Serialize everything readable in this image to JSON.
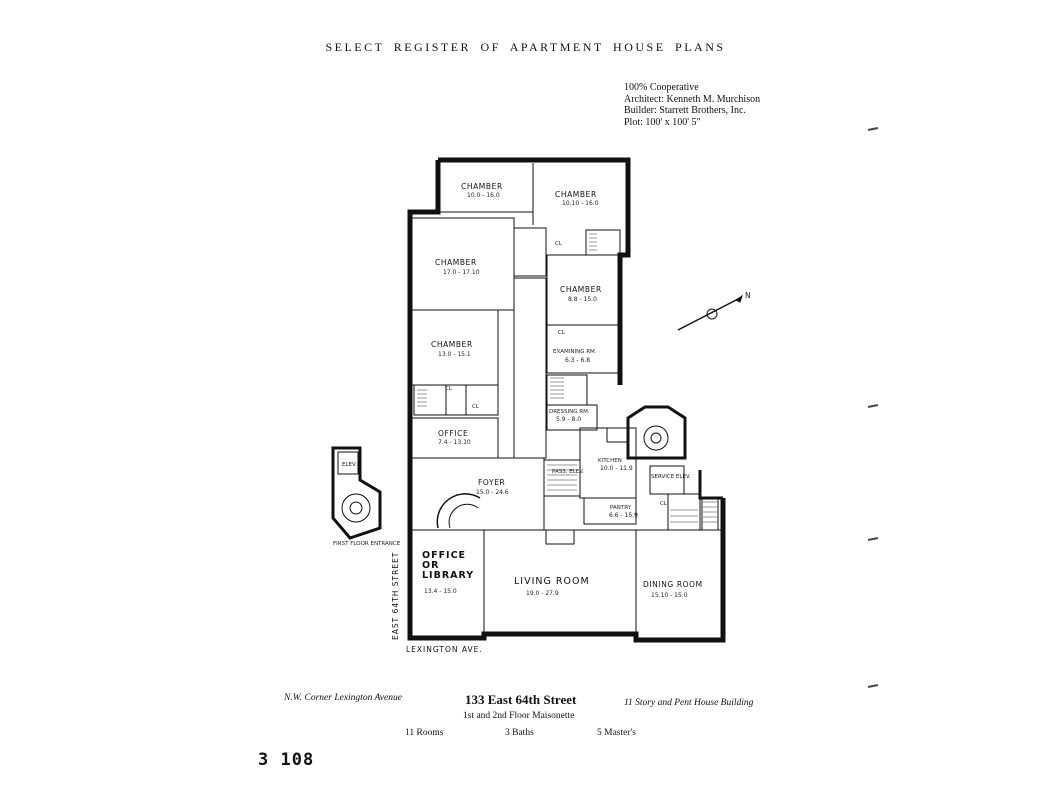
{
  "header": {
    "title": "SELECT REGISTER OF APARTMENT HOUSE PLANS"
  },
  "meta": [
    "100% Cooperative",
    "Architect: Kenneth M. Murchison",
    "Builder: Starrett Brothers, Inc.",
    "Plot: 100' x 100' 5\""
  ],
  "plan": {
    "rooms": [
      {
        "id": "chamber-1",
        "name": "CHAMBER",
        "dims": "10.0 - 16.0"
      },
      {
        "id": "chamber-2",
        "name": "CHAMBER",
        "dims": "10.10 - 16.0"
      },
      {
        "id": "chamber-3",
        "name": "CHAMBER",
        "dims": "17.0 - 17.10"
      },
      {
        "id": "chamber-4",
        "name": "CHAMBER",
        "dims": "8.8 - 15.0"
      },
      {
        "id": "chamber-5",
        "name": "CHAMBER",
        "dims": "13.0 - 15.1"
      },
      {
        "id": "examining-room",
        "name": "EXAMINING RM.",
        "dims": "6.3 - 6.8"
      },
      {
        "id": "dressing-room",
        "name": "DRESSING RM.",
        "dims": "5.9 - 8.0"
      },
      {
        "id": "office",
        "name": "OFFICE",
        "dims": "7.4 - 13.10"
      },
      {
        "id": "foyer",
        "name": "FOYER",
        "dims": "15.0 - 24.6"
      },
      {
        "id": "kitchen",
        "name": "KITCHEN",
        "dims": "10.0 - 11.9"
      },
      {
        "id": "pantry",
        "name": "PANTRY",
        "dims": "6.6 - 15.9"
      },
      {
        "id": "office-library",
        "name": "OFFICE\nOR\nLIBRARY",
        "dims": "13.4 - 15.0"
      },
      {
        "id": "living-room",
        "name": "LIVING ROOM",
        "dims": "19.0 - 27.9"
      },
      {
        "id": "dining-room",
        "name": "DINING ROOM",
        "dims": "15.10 - 15.0"
      }
    ],
    "closet_label": "CL",
    "labels": {
      "pass_elev": "PASS. ELEV.",
      "service_elev": "SERVICE ELEV.",
      "elev": "ELEV.",
      "first_floor_entrance": "FIRST FLOOR ENTRANCE",
      "street_side": "EAST 64TH STREET",
      "street_bottom": "LEXINGTON AVE.",
      "compass": "N"
    }
  },
  "footer": {
    "left": "N.W. Corner Lexington Avenue",
    "title": "133 East 64th Street",
    "right": "11 Story and Pent House Building",
    "subtitle": "1st and 2nd Floor Maisonette",
    "rooms": "11 Rooms",
    "baths": "3 Baths",
    "masters": "5 Master's"
  },
  "page_number": "3 108"
}
